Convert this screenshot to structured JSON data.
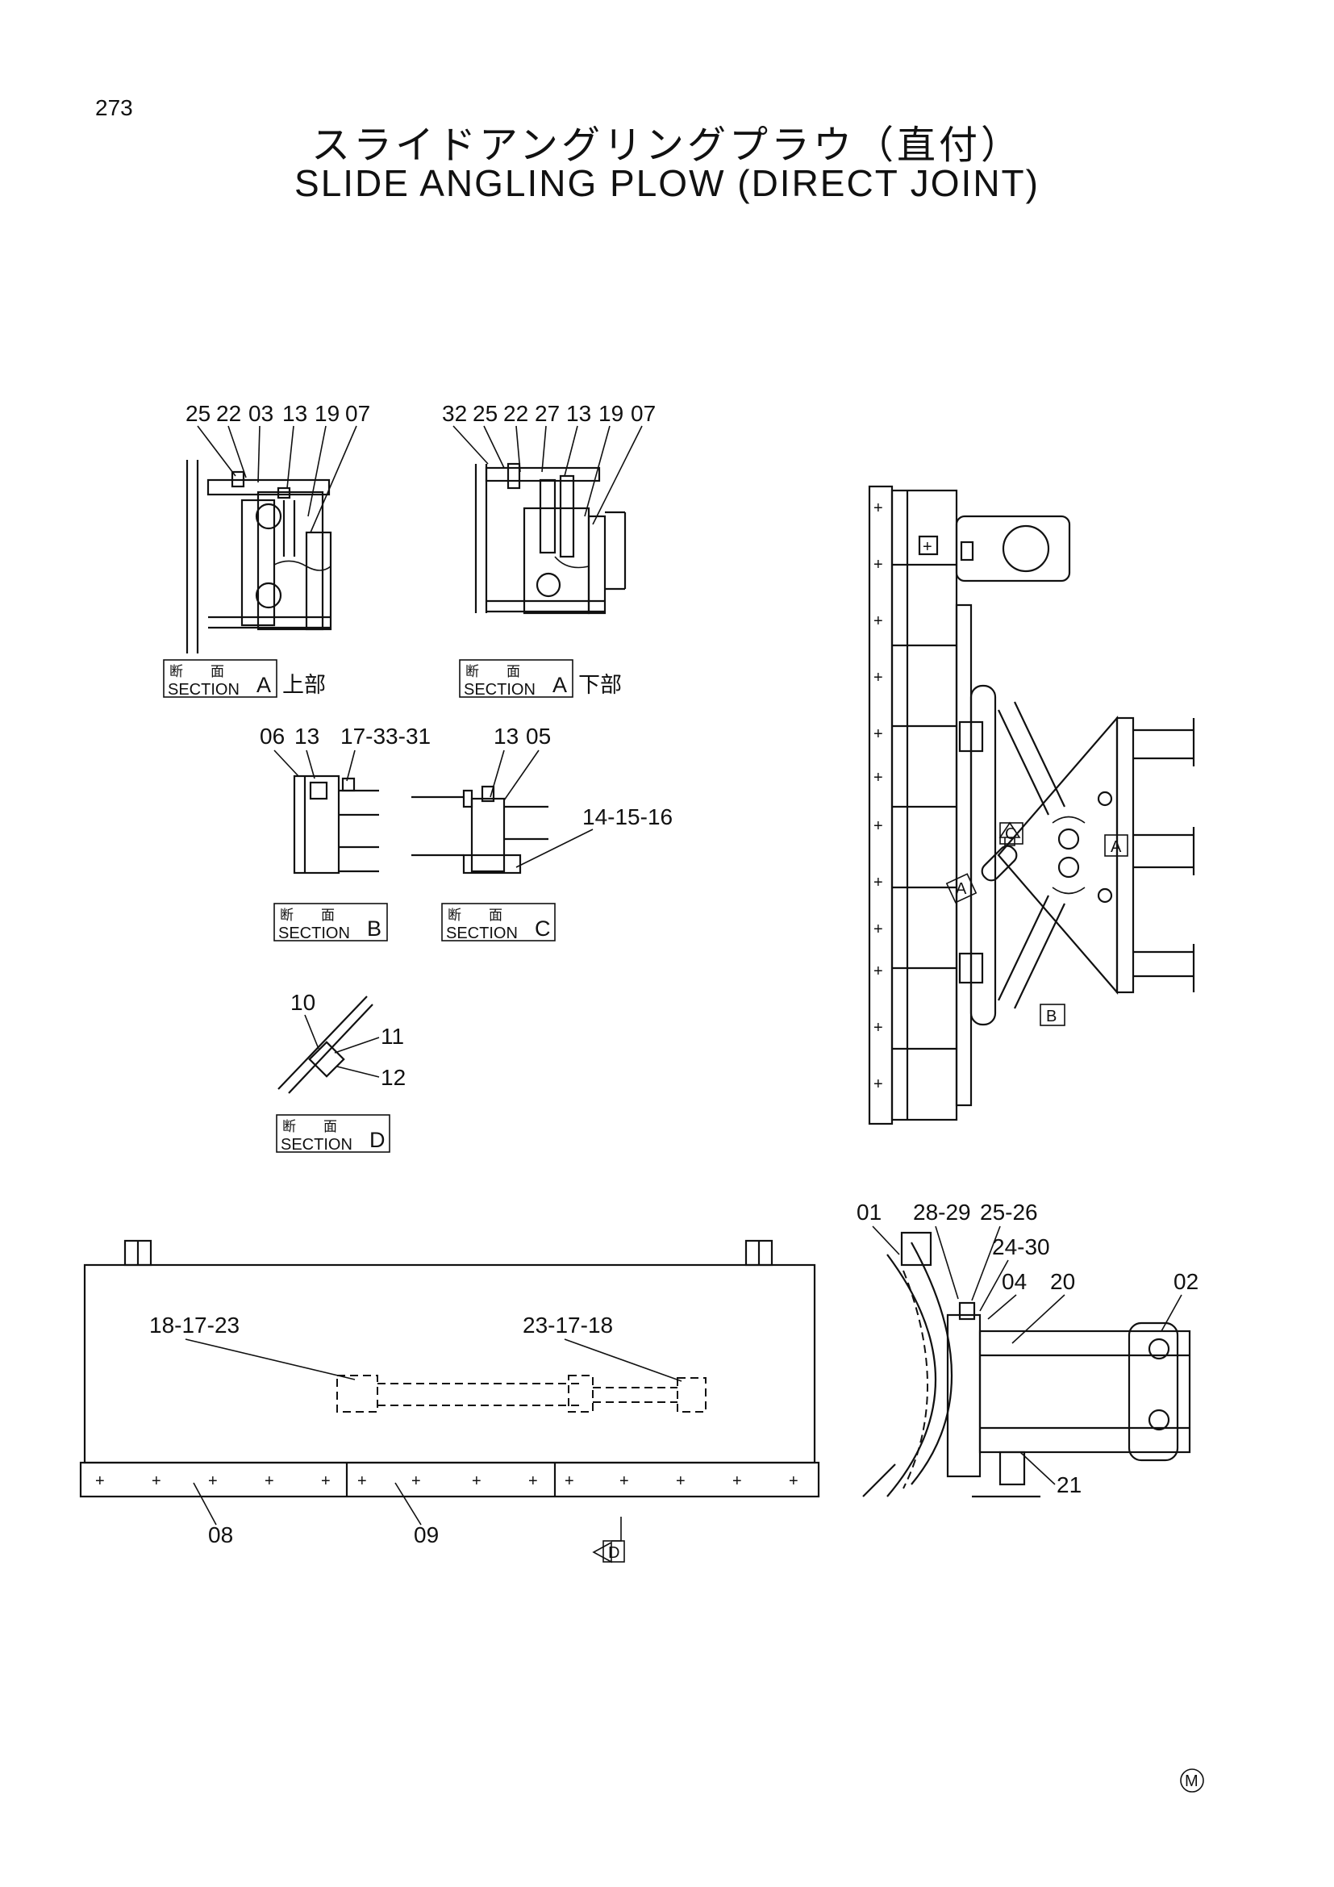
{
  "page_number": "273",
  "title_jp": "スライドアングリングプラウ（直付）",
  "title_en": "SLIDE ANGLING PLOW (DIRECT JOINT)",
  "section_box": {
    "jp_top": "断　　面",
    "en": "SECTION"
  },
  "sections": {
    "a_upper": {
      "letter": "A",
      "suffix": "上部"
    },
    "a_lower": {
      "letter": "A",
      "suffix": "下部"
    },
    "b": {
      "letter": "B",
      "suffix": ""
    },
    "c": {
      "letter": "C",
      "suffix": ""
    },
    "d": {
      "letter": "D",
      "suffix": ""
    }
  },
  "view_markers": [
    "A",
    "C",
    "A",
    "B",
    "D"
  ],
  "callouts": {
    "a_upper": [
      "25",
      "22",
      "03",
      "13",
      "19",
      "07"
    ],
    "a_lower": [
      "32",
      "25",
      "22",
      "27",
      "13",
      "19",
      "07"
    ],
    "b": [
      "06",
      "13",
      "17-33-31"
    ],
    "c": [
      "13",
      "05",
      "14-15-16"
    ],
    "d": [
      "10",
      "11",
      "12"
    ],
    "front": [
      "18-17-23",
      "23-17-18",
      "08",
      "09"
    ],
    "side": [
      "01",
      "28-29",
      "25-26",
      "24-30",
      "04",
      "20",
      "02",
      "21"
    ]
  },
  "mark": "M"
}
